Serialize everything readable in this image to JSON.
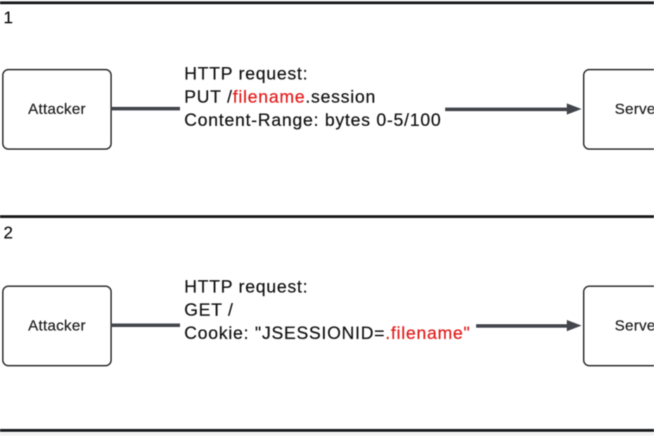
{
  "colors": {
    "red": "#e31c1c",
    "dark": "#131313",
    "stroke": "#42464c"
  },
  "panels": [
    {
      "step": "1",
      "attacker_label": "Attacker",
      "server_label": "Server",
      "message": [
        [
          {
            "t": "HTTP request:",
            "red": false
          }
        ],
        [
          {
            "t": "PUT /",
            "red": false
          },
          {
            "t": "filename",
            "red": true
          },
          {
            "t": ".session",
            "red": false
          }
        ],
        [
          {
            "t": "Content-Range: bytes 0-5/100",
            "red": false
          }
        ]
      ]
    },
    {
      "step": "2",
      "attacker_label": "Attacker",
      "server_label": "Server",
      "message": [
        [
          {
            "t": "HTTP request:",
            "red": false
          }
        ],
        [
          {
            "t": "GET /",
            "red": false
          }
        ],
        [
          {
            "t": "Cookie: \"JSESSIONID=",
            "red": false
          },
          {
            "t": ".filename\"",
            "red": true
          }
        ]
      ]
    }
  ]
}
